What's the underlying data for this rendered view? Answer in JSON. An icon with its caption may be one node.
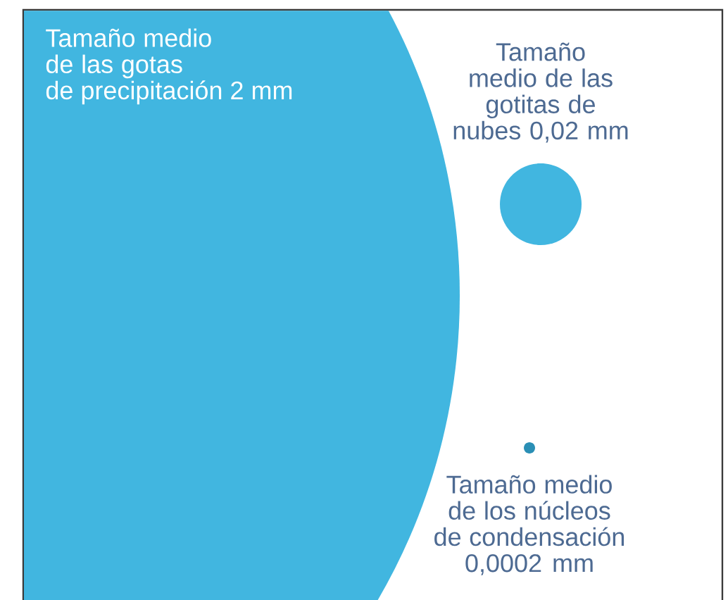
{
  "diagram": {
    "nodes": [
      {
        "text": [
          "Tamaño medio de las gotas de precipitación 2 mm"
        ]
      },
      {
        "text": [
          "Tamaño medio de las gotitas de nubes 0,02 mm"
        ]
      },
      {
        "text": [
          "Tamaño medio de los núcleos de condensación 0,0002 mm"
        ]
      }
    ]
  }
}
